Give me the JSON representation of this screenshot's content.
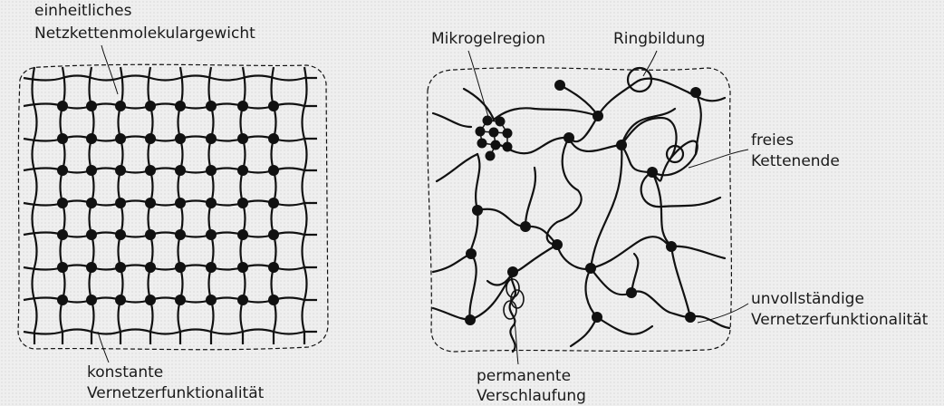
{
  "left_network": {
    "label_top_line1": "einheitliches",
    "label_top_line2": "Netzkettenmolekulargewicht",
    "label_bottom_line1": "konstante",
    "label_bottom_line2": "Vernetzerfunktionalität"
  },
  "right_network": {
    "label_microgel": "Mikrogelregion",
    "label_ring": "Ringbildung",
    "label_free_end_line1": "freies",
    "label_free_end_line2": "Kettenende",
    "label_incomplete_line1": "unvollständige",
    "label_incomplete_line2": "Vernetzerfunktionalität",
    "label_entangle_line1": "permanente",
    "label_entangle_line2": "Verschlaufung"
  },
  "colors": {
    "line": "#111111",
    "background": "#efefef"
  }
}
